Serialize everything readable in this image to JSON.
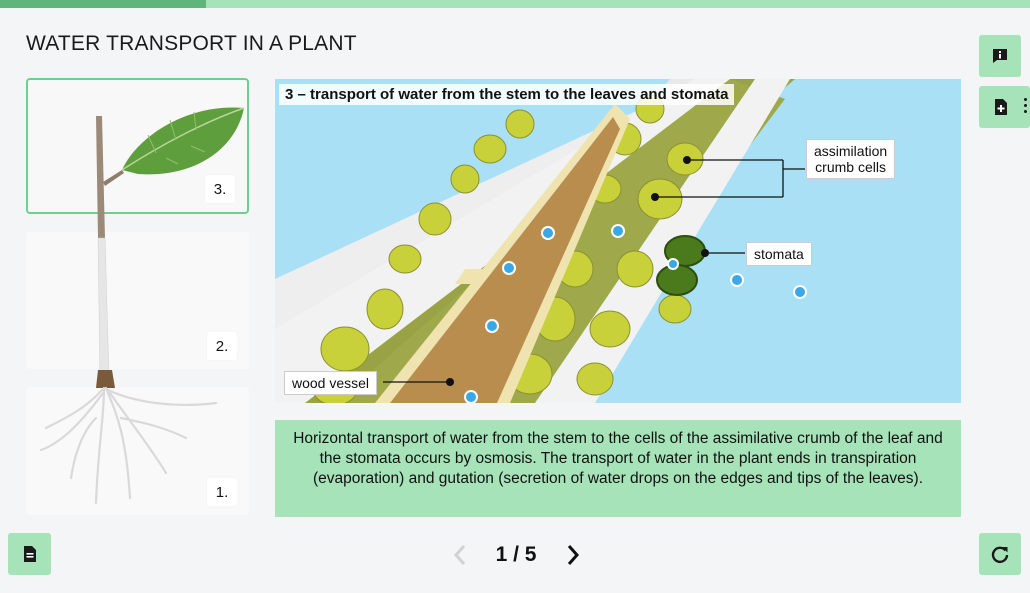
{
  "header": {
    "title": "WATER TRANSPORT IN A PLANT",
    "progress_fraction": 0.2
  },
  "thumbnails": [
    {
      "number": "3.",
      "active": true
    },
    {
      "number": "2.",
      "active": false
    },
    {
      "number": "1.",
      "active": false
    }
  ],
  "diagram": {
    "heading": "3 – transport of water from the stem to the leaves and stomata",
    "labels": {
      "assimilation": "assimilation\ncrumb cells",
      "stomata": "stomata",
      "wood_vessel": "wood vessel"
    }
  },
  "description": "Horizontal transport of water from the stem to the cells of the assimilative crumb of the leaf and the stomata occurs by osmosis. The transport of water in the plant ends in transpiration (evaporation) and gutation (secretion of water drops on the edges and tips of the leaves).",
  "pager": {
    "current": "1 / 5"
  },
  "colors": {
    "accent": "#a6e3b8",
    "accent_dark": "#5fb57d",
    "water": "#a9e0f6"
  },
  "icons": {
    "info": "info-message-icon",
    "add_note": "add-note-icon",
    "document": "document-icon",
    "reload": "reload-icon",
    "prev": "chevron-left-icon",
    "next": "chevron-right-icon"
  }
}
